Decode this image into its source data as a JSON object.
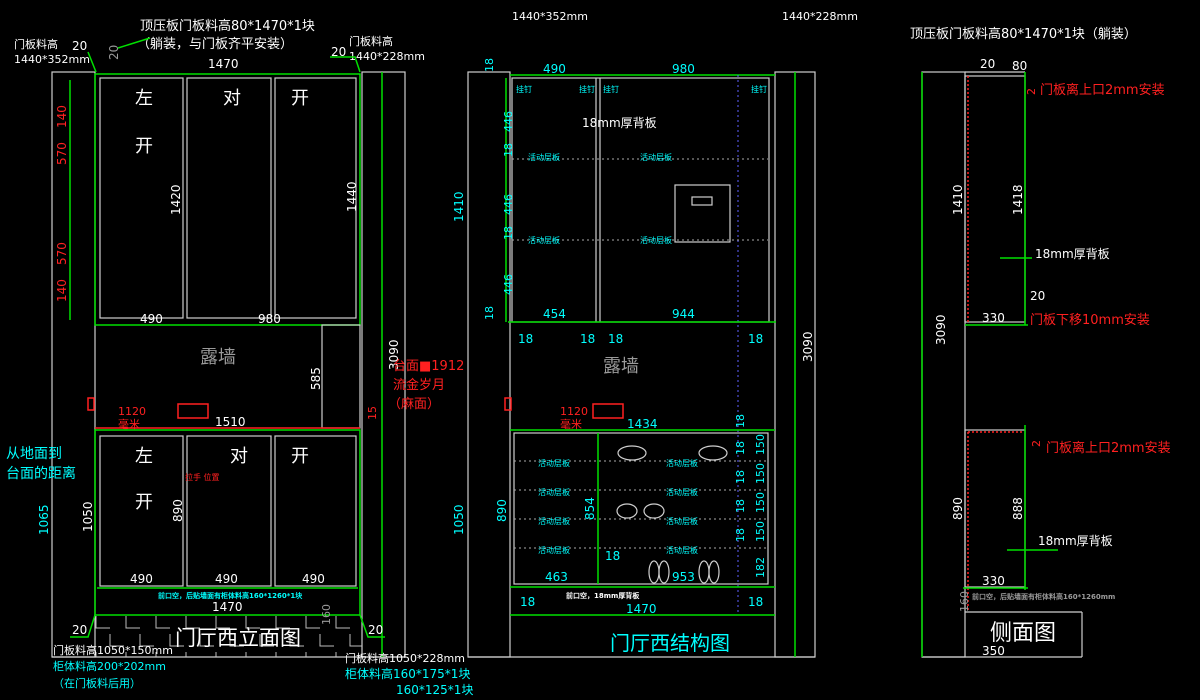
{
  "elevation": {
    "title": "门厅西立面图",
    "top_note_1": "顶压板门板料高80*1470*1块",
    "top_note_2": "（躺装，与门板齐平安装）",
    "left_spec_label": "门板料高",
    "left_spec": "1440*352mm",
    "right_spec_label": "门板料高",
    "right_spec": "1440*228mm",
    "dim_20": "20",
    "width_1470": "1470",
    "door_chars": [
      "左",
      "对",
      "开"
    ],
    "door_char_2": "开",
    "dim_140": "140",
    "dim_570": "570",
    "dim_1420": "1420",
    "dim_1440": "1440",
    "dim_490": "490",
    "dim_980": "980",
    "exposed_wall": "露墙",
    "dim_585": "585",
    "dim_3090": "3090",
    "countertop_1": "台面■1912",
    "countertop_2": "流金岁月",
    "countertop_3": "（麻面）",
    "dim_15": "15",
    "dim_1120": "1120",
    "mm_label": "毫米",
    "dim_1510": "1510",
    "floor_note_1": "从地面到",
    "floor_note_2": "台面的距离",
    "dim_1065": "1065",
    "dim_1050": "1050",
    "dim_890": "890",
    "red_note": "拉手\n位置",
    "bottom_note": "前口空，后贴墙面有柜体料高160*1260*1块",
    "dim_160": "160",
    "bl_spec_1": "门板料高1050*150mm",
    "bl_spec_2": "柜体料高200*202mm",
    "bl_spec_3": "（在门板料后用）",
    "br_spec_1": "门板料高1050*228mm",
    "br_spec_2": "柜体料高160*175*1块",
    "br_spec_3": "160*125*1块"
  },
  "structure": {
    "title": "门厅西结构图",
    "top_spec_left": "1440*352mm",
    "top_spec_right": "1440*228mm",
    "dim_18": "18",
    "dim_490": "490",
    "dim_980": "980",
    "hanger": "挂钉",
    "back_panel": "18mm厚背板",
    "shelf": "活动层板",
    "dim_446": "446",
    "dim_1410": "1410",
    "dim_454": "454",
    "dim_944": "944",
    "exposed_wall": "露墙",
    "dim_3090": "3090",
    "dim_1120": "1120",
    "mm_label": "毫米",
    "dim_1434": "1434",
    "dim_150": "150",
    "dim_182": "182",
    "dim_854": "854",
    "dim_890": "890",
    "dim_1050": "1050",
    "dim_463": "463",
    "dim_953": "953",
    "bottom_note": "前口空，18mm厚背板",
    "dim_1470": "1470"
  },
  "side": {
    "title": "侧面图",
    "top_note": "顶压板门板料高80*1470*1块（躺装）",
    "dim_20": "20",
    "dim_80": "80",
    "dim_2": "2",
    "gap_note": "门板离上口2mm安装",
    "dim_1410": "1410",
    "dim_1418": "1418",
    "back_panel": "18mm厚背板",
    "dim_330": "330",
    "shift_note": "门板下移10mm安装",
    "dim_3090": "3090",
    "dim_890": "890",
    "dim_888": "888",
    "bottom_note": "前口空，后贴墙面有柜体料高160*1260mm",
    "dim_160": "160",
    "dim_350": "350"
  },
  "colors": {
    "background": "#000000",
    "dimension": "#00e000",
    "annotation": "#00ffff",
    "warning": "#ff2020",
    "wall": "#cfcfcf"
  }
}
